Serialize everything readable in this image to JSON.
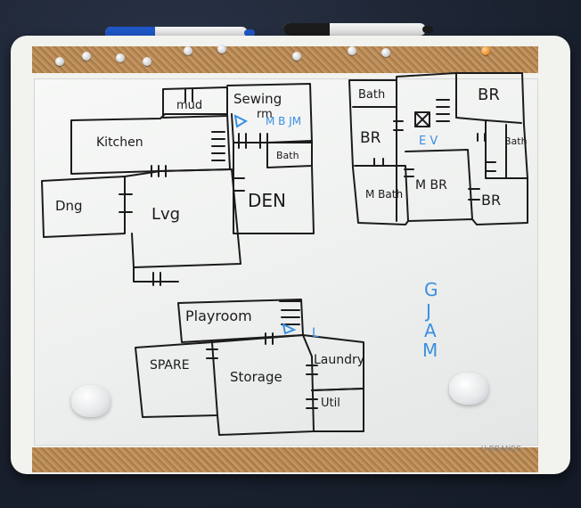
{
  "brand": {
    "text": "U BRANDS"
  },
  "colors": {
    "ink": "#1b1b1b",
    "blue_ink": "#3a8fe0",
    "cork": "#b98a55"
  },
  "floor_main": {
    "mud": "mud",
    "sewing": "Sewing",
    "rm": "rm",
    "sewing_notes": "M B JM",
    "kitchen": "Kitchen",
    "bath": "Bath",
    "dng": "Dng",
    "lvg": "Lvg",
    "den": "DEN"
  },
  "floor_upper": {
    "bath_top": "Bath",
    "br_top": "BR",
    "br_left": "BR",
    "ev": "E V",
    "bath_right": "Bath",
    "m_bath": "M Bath",
    "m_br": "M BR",
    "br_bottom": "BR"
  },
  "floor_basement": {
    "playroom": "Playroom",
    "l_note": "L",
    "spare": "SPARE",
    "storage": "Storage",
    "laundry": "Laundry",
    "util": "Util"
  },
  "side_note": {
    "g": "G",
    "j": "J",
    "a": "A",
    "m": "M"
  }
}
